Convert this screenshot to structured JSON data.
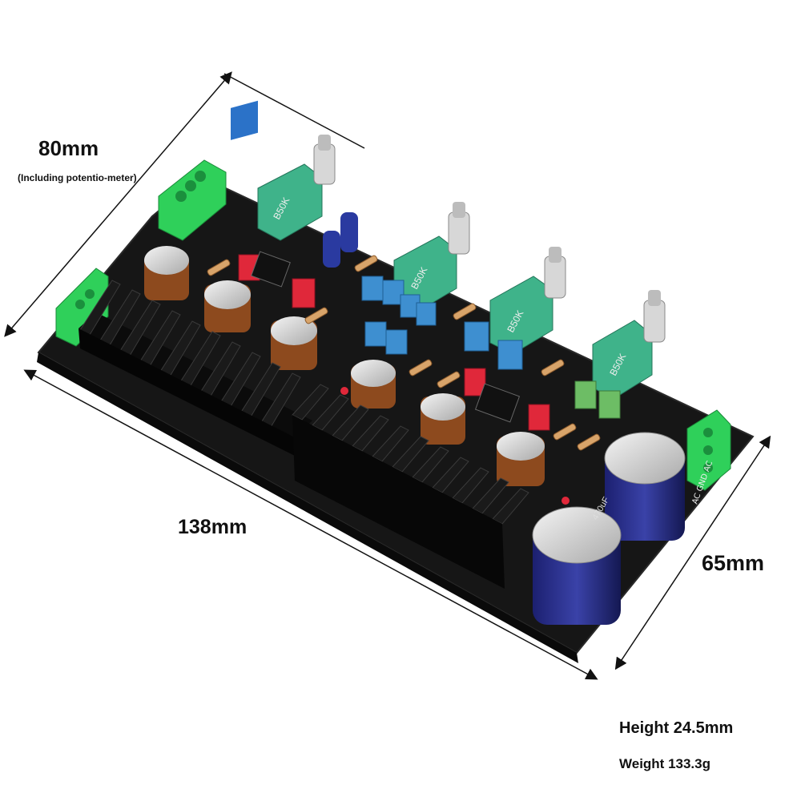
{
  "dimensions": {
    "width_label": "80mm",
    "width_note": "(Including potentio-meter)",
    "length_label": "138mm",
    "depth_label": "65mm"
  },
  "specs": {
    "height": "Height 24.5mm",
    "weight": "Weight 133.3g"
  },
  "board_markings": {
    "potentiometer": "B50K",
    "capacitor": "470uF",
    "power_terminal": "AC GND AC"
  },
  "colors": {
    "pcb": "#151515",
    "heatsink": "#0d0d0d",
    "terminal": "#2fd05a",
    "potentiometer": "#3fb38a",
    "film_cap": "#3e8fd0",
    "electrolytic": "#2a2f8a",
    "dim_line": "#111111"
  }
}
